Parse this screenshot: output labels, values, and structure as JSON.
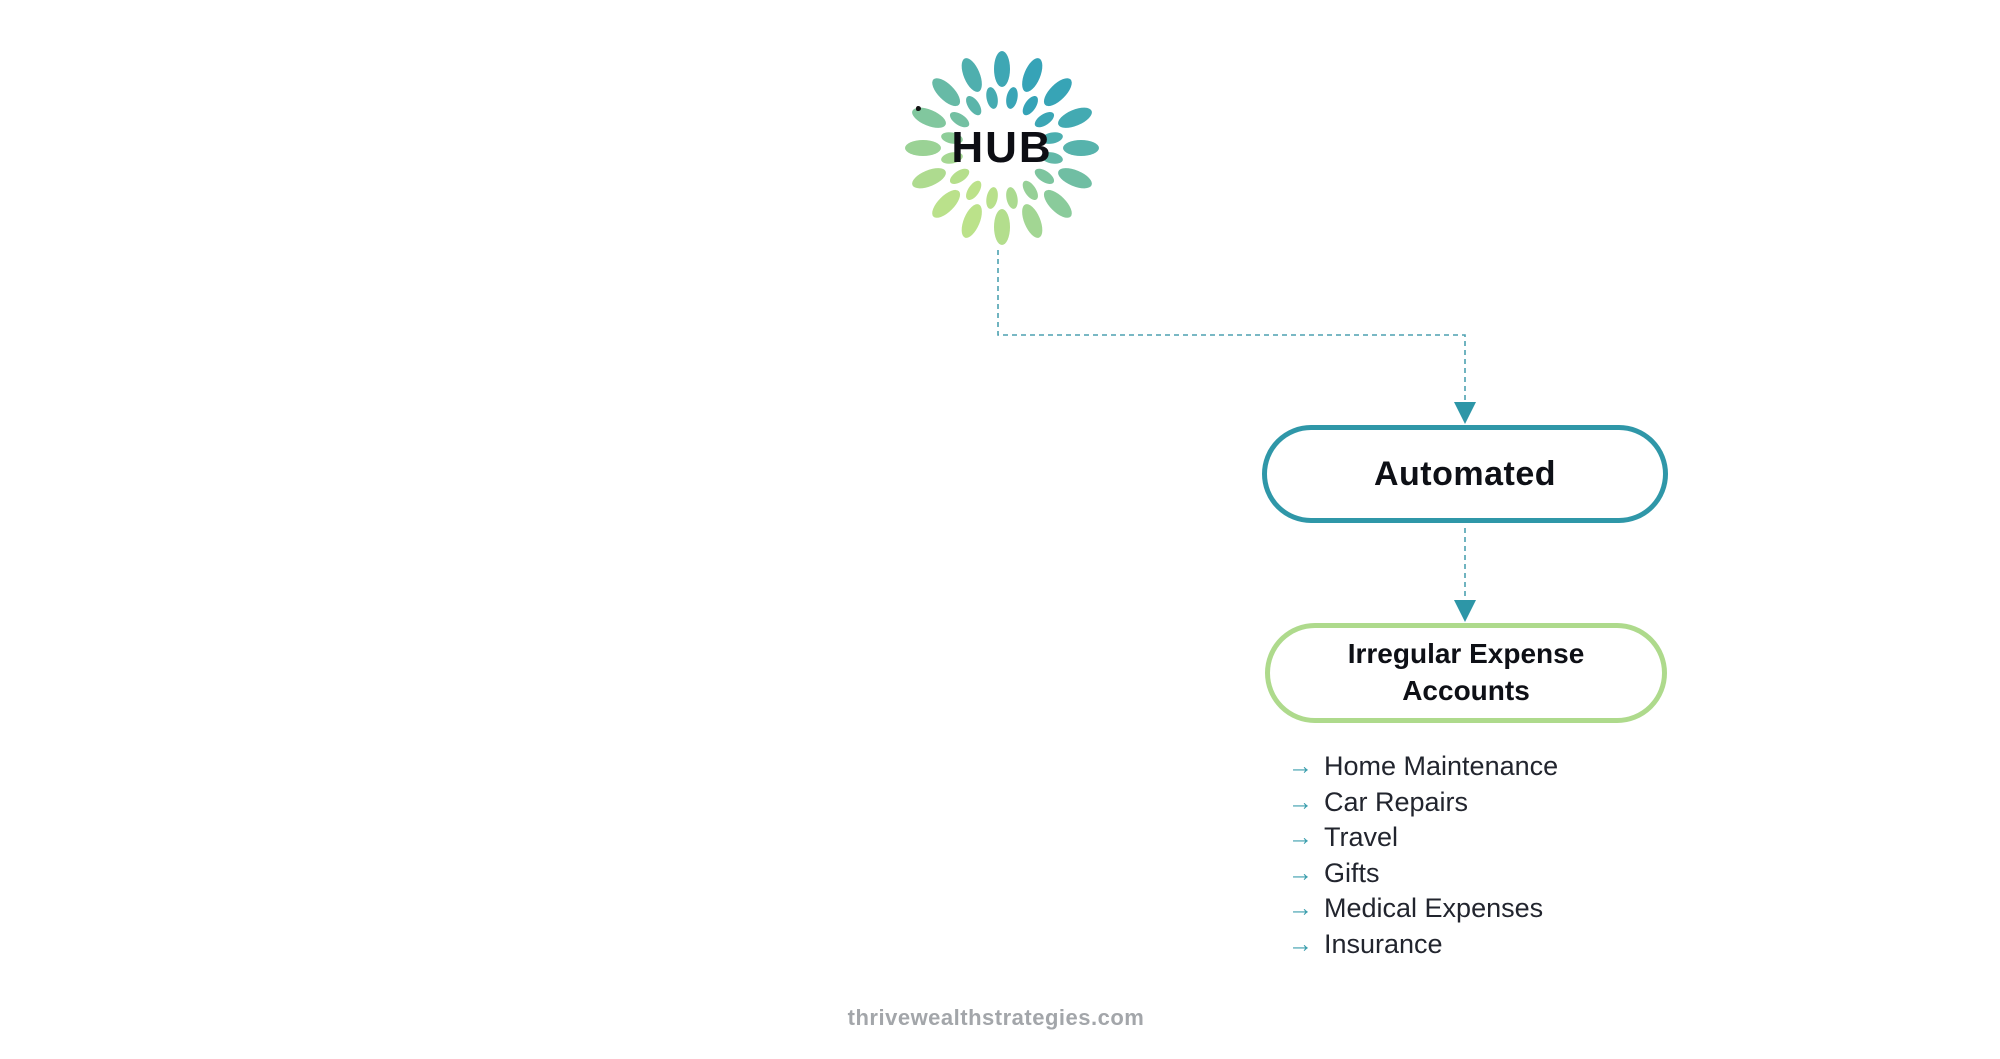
{
  "logo": {
    "label": "HUB",
    "petal_teal": "#35a3b7",
    "petal_green": "#bce28a",
    "text_color": "#0d0e14"
  },
  "connectors": {
    "line_color": "#4da1b1",
    "arrow_color": "#2d96a7"
  },
  "nodes": {
    "automated": {
      "label": "Automated",
      "border_color": "#2f97a8",
      "text_color": "#0e1016"
    },
    "irregular": {
      "label": "Irregular Expense Accounts",
      "border_color": "#aeda8c",
      "text_color": "#0e1016"
    }
  },
  "expense_list": {
    "bullet_glyph": "→",
    "bullet_color": "#3d9fae",
    "text_color": "#22252e",
    "items": [
      "Home Maintenance",
      "Car Repairs",
      "Travel",
      "Gifts",
      "Medical Expenses",
      "Insurance"
    ]
  },
  "footer": {
    "text": "thrivewealthstrategies.com",
    "color": "#a3a6aa"
  }
}
